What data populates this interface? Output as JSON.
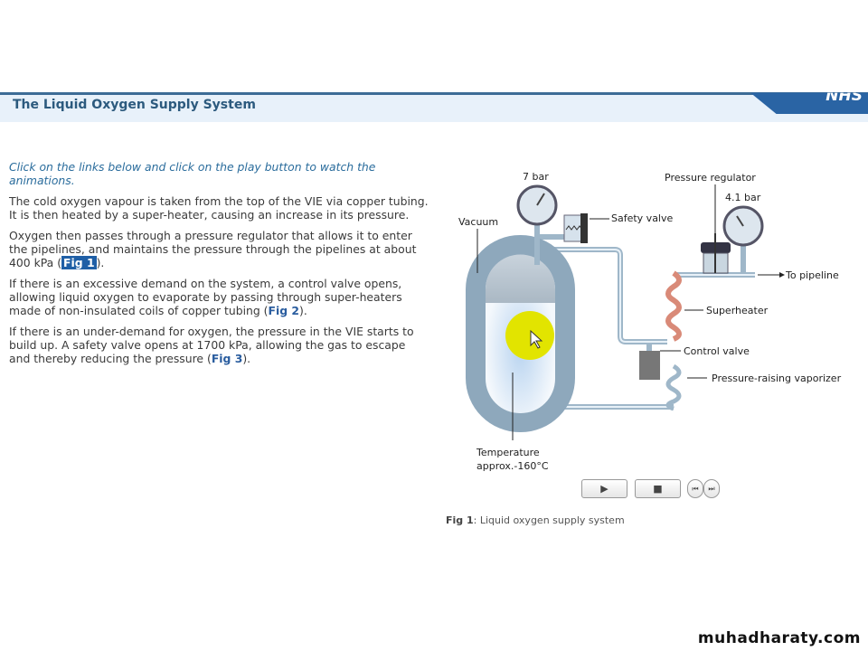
{
  "header": {
    "title": "The Liquid Oxygen Supply System",
    "logo": "NHS"
  },
  "content": {
    "intro": "Click on the links below and click on the play button to watch the animations.",
    "p1": "The cold oxygen vapour is taken from the top of the VIE via copper tubing. It is then heated by a super-heater, causing an increase in its pressure.",
    "p2_pre": "Oxygen then passes through a pressure regulator that allows it to enter the pipelines, and maintains the pressure through the pipelines at about 400 kPa (",
    "p2_link": "Fig 1",
    "p2_post": ").",
    "p3_pre": "If there is an excessive demand on the system, a control valve opens, allowing liquid oxygen to evaporate by passing through super-heaters made of non-insulated coils of copper tubing (",
    "p3_link": "Fig 2",
    "p3_post": ").",
    "p4_pre": "If there is an under-demand for oxygen, the pressure in the VIE starts to build up. A safety valve opens at 1700 kPa, allowing the gas to escape and thereby reducing the pressure (",
    "p4_link": "Fig 3",
    "p4_post": ")."
  },
  "diagram": {
    "gauge1": "7 bar",
    "vacuum": "Vacuum",
    "safety_valve": "Safety valve",
    "pressure_regulator": "Pressure regulator",
    "gauge2": "4.1 bar",
    "to_pipeline": "To pipeline",
    "superheater": "Superheater",
    "control_valve": "Control valve",
    "vaporizer": "Pressure-raising vaporizer",
    "temp1": "Temperature",
    "temp2": "approx.-160°C"
  },
  "controls": {
    "play": "▶",
    "stop": "■",
    "prev": "⏮",
    "next": "⏭"
  },
  "caption": {
    "label": "Fig 1",
    "text": ": Liquid oxygen supply system"
  },
  "watermark": "muhadharaty.com"
}
